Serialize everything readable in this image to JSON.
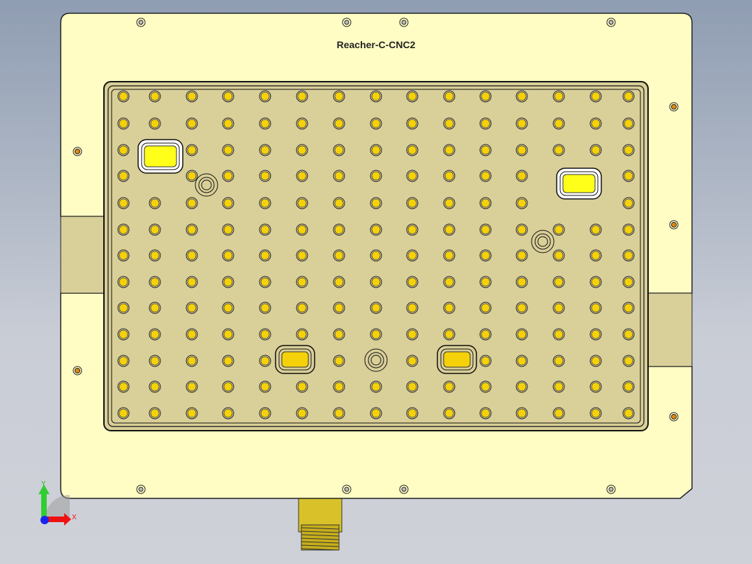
{
  "model": {
    "title": "Reacher-C-CNC2",
    "colors": {
      "plate": "#fffdc4",
      "pocket": "#d9cf98",
      "hole": "#f5d10a",
      "pad": "#ffee1a",
      "fitting": "#d9c12a",
      "outline": "#1a1a1a"
    }
  },
  "triad": {
    "x_label": "X",
    "y_label": "Y",
    "colors": {
      "x": "#ee1111",
      "y": "#22bb22",
      "z": "#1a22ee"
    }
  }
}
